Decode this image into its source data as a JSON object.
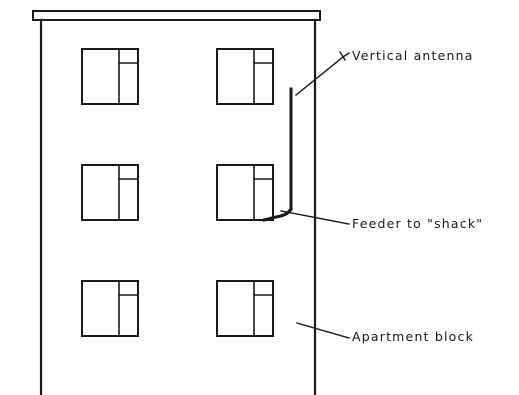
{
  "diagram": {
    "labels": {
      "antenna": "Vertical antenna",
      "feeder": "Feeder to \"shack\"",
      "building": "Apartment block"
    },
    "window_grid": {
      "rows": 3,
      "columns": 2
    },
    "colors": {
      "ink": "#1a1a1a",
      "background": "#ffffff"
    }
  }
}
